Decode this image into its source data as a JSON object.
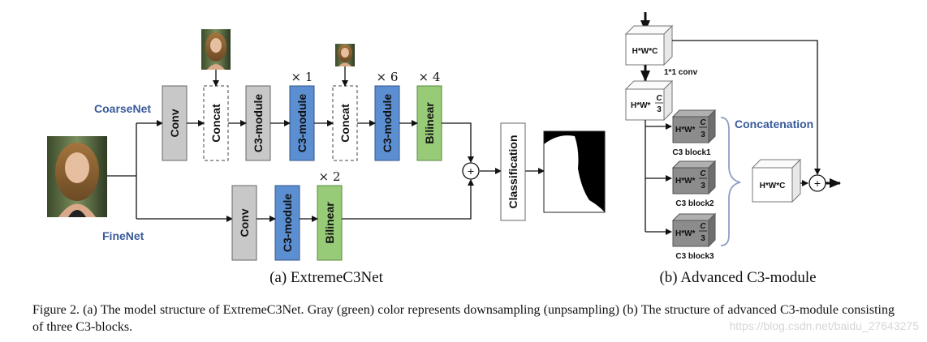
{
  "branches": {
    "coarse": "CoarseNet",
    "fine": "FineNet"
  },
  "coarse_blocks": [
    {
      "label": "Conv",
      "mult": ""
    },
    {
      "label": "Concat",
      "mult": ""
    },
    {
      "label": "C3-module",
      "mult": ""
    },
    {
      "label": "C3-module",
      "mult": "× 1"
    },
    {
      "label": "Concat",
      "mult": ""
    },
    {
      "label": "C3-module",
      "mult": "× 6"
    },
    {
      "label": "Bilinear",
      "mult": "× 4"
    }
  ],
  "fine_blocks": [
    {
      "label": "Conv",
      "mult": ""
    },
    {
      "label": "C3-module",
      "mult": ""
    },
    {
      "label": "Bilinear",
      "mult": "× 2"
    }
  ],
  "classification": "Classification",
  "plus": "+",
  "advanced": {
    "top_cube": "H*W*C",
    "conv_label": "1*1 conv",
    "mid_cube_main": "H*W*",
    "frac_num": "C",
    "frac_den": "3",
    "block_cube_main": "H*W*",
    "blocks": [
      "C3 block1",
      "C3 block2",
      "C3 block3"
    ],
    "concat_label": "Concatenation",
    "out_cube": "H*W*C"
  },
  "subcaptions": {
    "a": "(a) ExtremeC3Net",
    "b": "(b) Advanced C3-module"
  },
  "caption": "Figure 2. (a) The model structure of ExtremeC3Net. Gray (green) color represents downsampling (unpsampling) (b) The structure of advanced C3-module consisting of three C3-blocks.",
  "watermark": "https://blog.csdn.net/baidu_27643275",
  "colors": {
    "gray": "#c8c8c8",
    "blue": "#5b8fd2",
    "green": "#98cb78",
    "branch_text": "#3a5a9a",
    "cube_gray": "#8c8c8c"
  }
}
